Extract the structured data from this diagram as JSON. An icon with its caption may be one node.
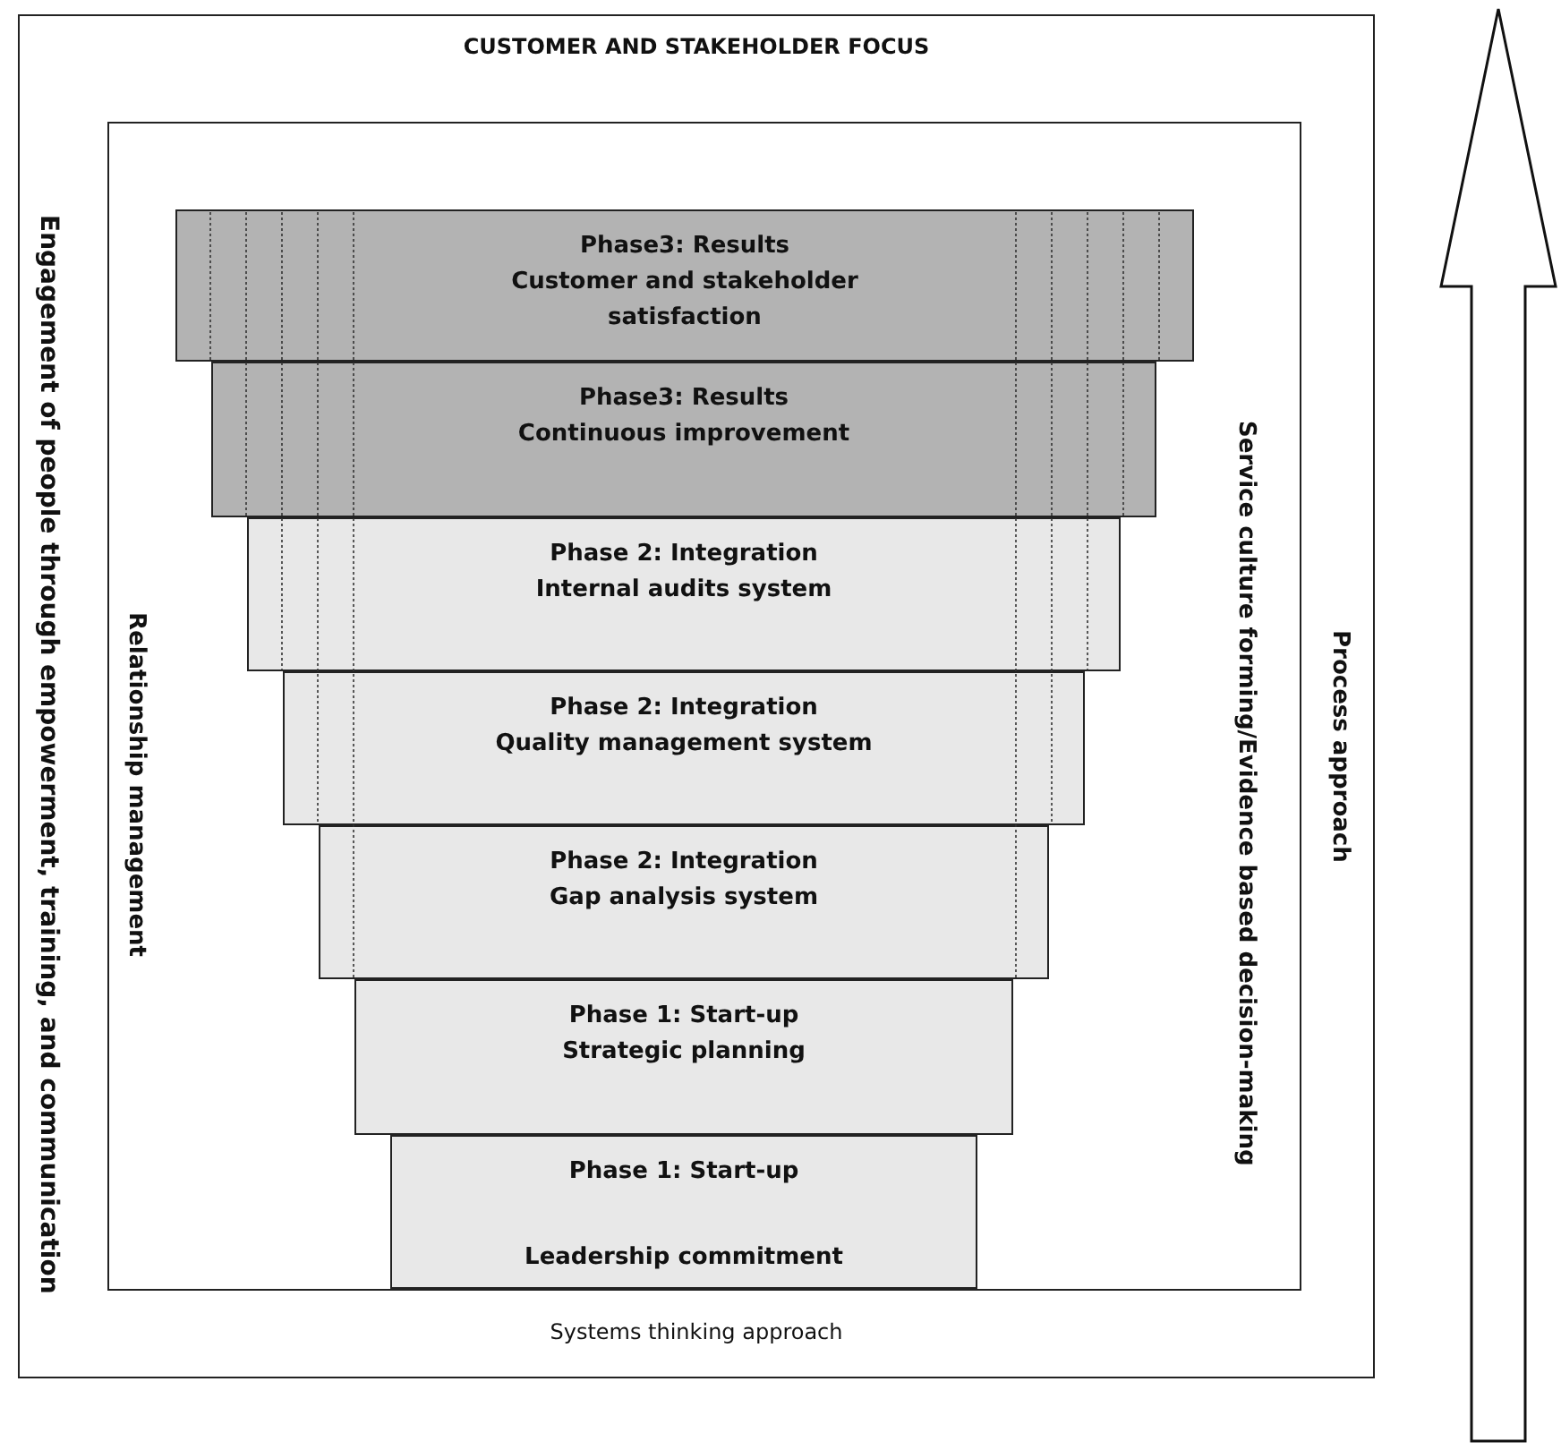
{
  "diagram": {
    "nodes": [
      {
        "text": [
          "CUSTOMER AND STAKEHOLDER FOCUS",
          "Engagement of people through empowerment, training, and communication",
          "Process approach",
          "Systems thinking approach"
        ]
      },
      {
        "text": [
          "Relationship management",
          "Service culture forming/Evidence based decision-making"
        ],
        "in": 0
      },
      {
        "text": [
          "Phase3: Results",
          "Customer and stakeholder satisfaction"
        ],
        "in": 1
      },
      {
        "text": [
          "Phase3: Results",
          "Continuous improvement"
        ],
        "in": 1
      },
      {
        "text": [
          "Phase 2: Integration",
          "Internal audits system"
        ],
        "in": 1
      },
      {
        "text": [
          "Phase 2: Integration",
          "Quality management system"
        ],
        "in": 1
      },
      {
        "text": [
          "Phase 2: Integration",
          "Gap analysis system"
        ],
        "in": 1
      },
      {
        "text": [
          "Phase 1: Start-up",
          "Strategic planning"
        ],
        "in": 1
      },
      {
        "text": [
          "Phase 1: Start-up",
          "Leadership commitment"
        ],
        "in": 1
      }
    ]
  }
}
